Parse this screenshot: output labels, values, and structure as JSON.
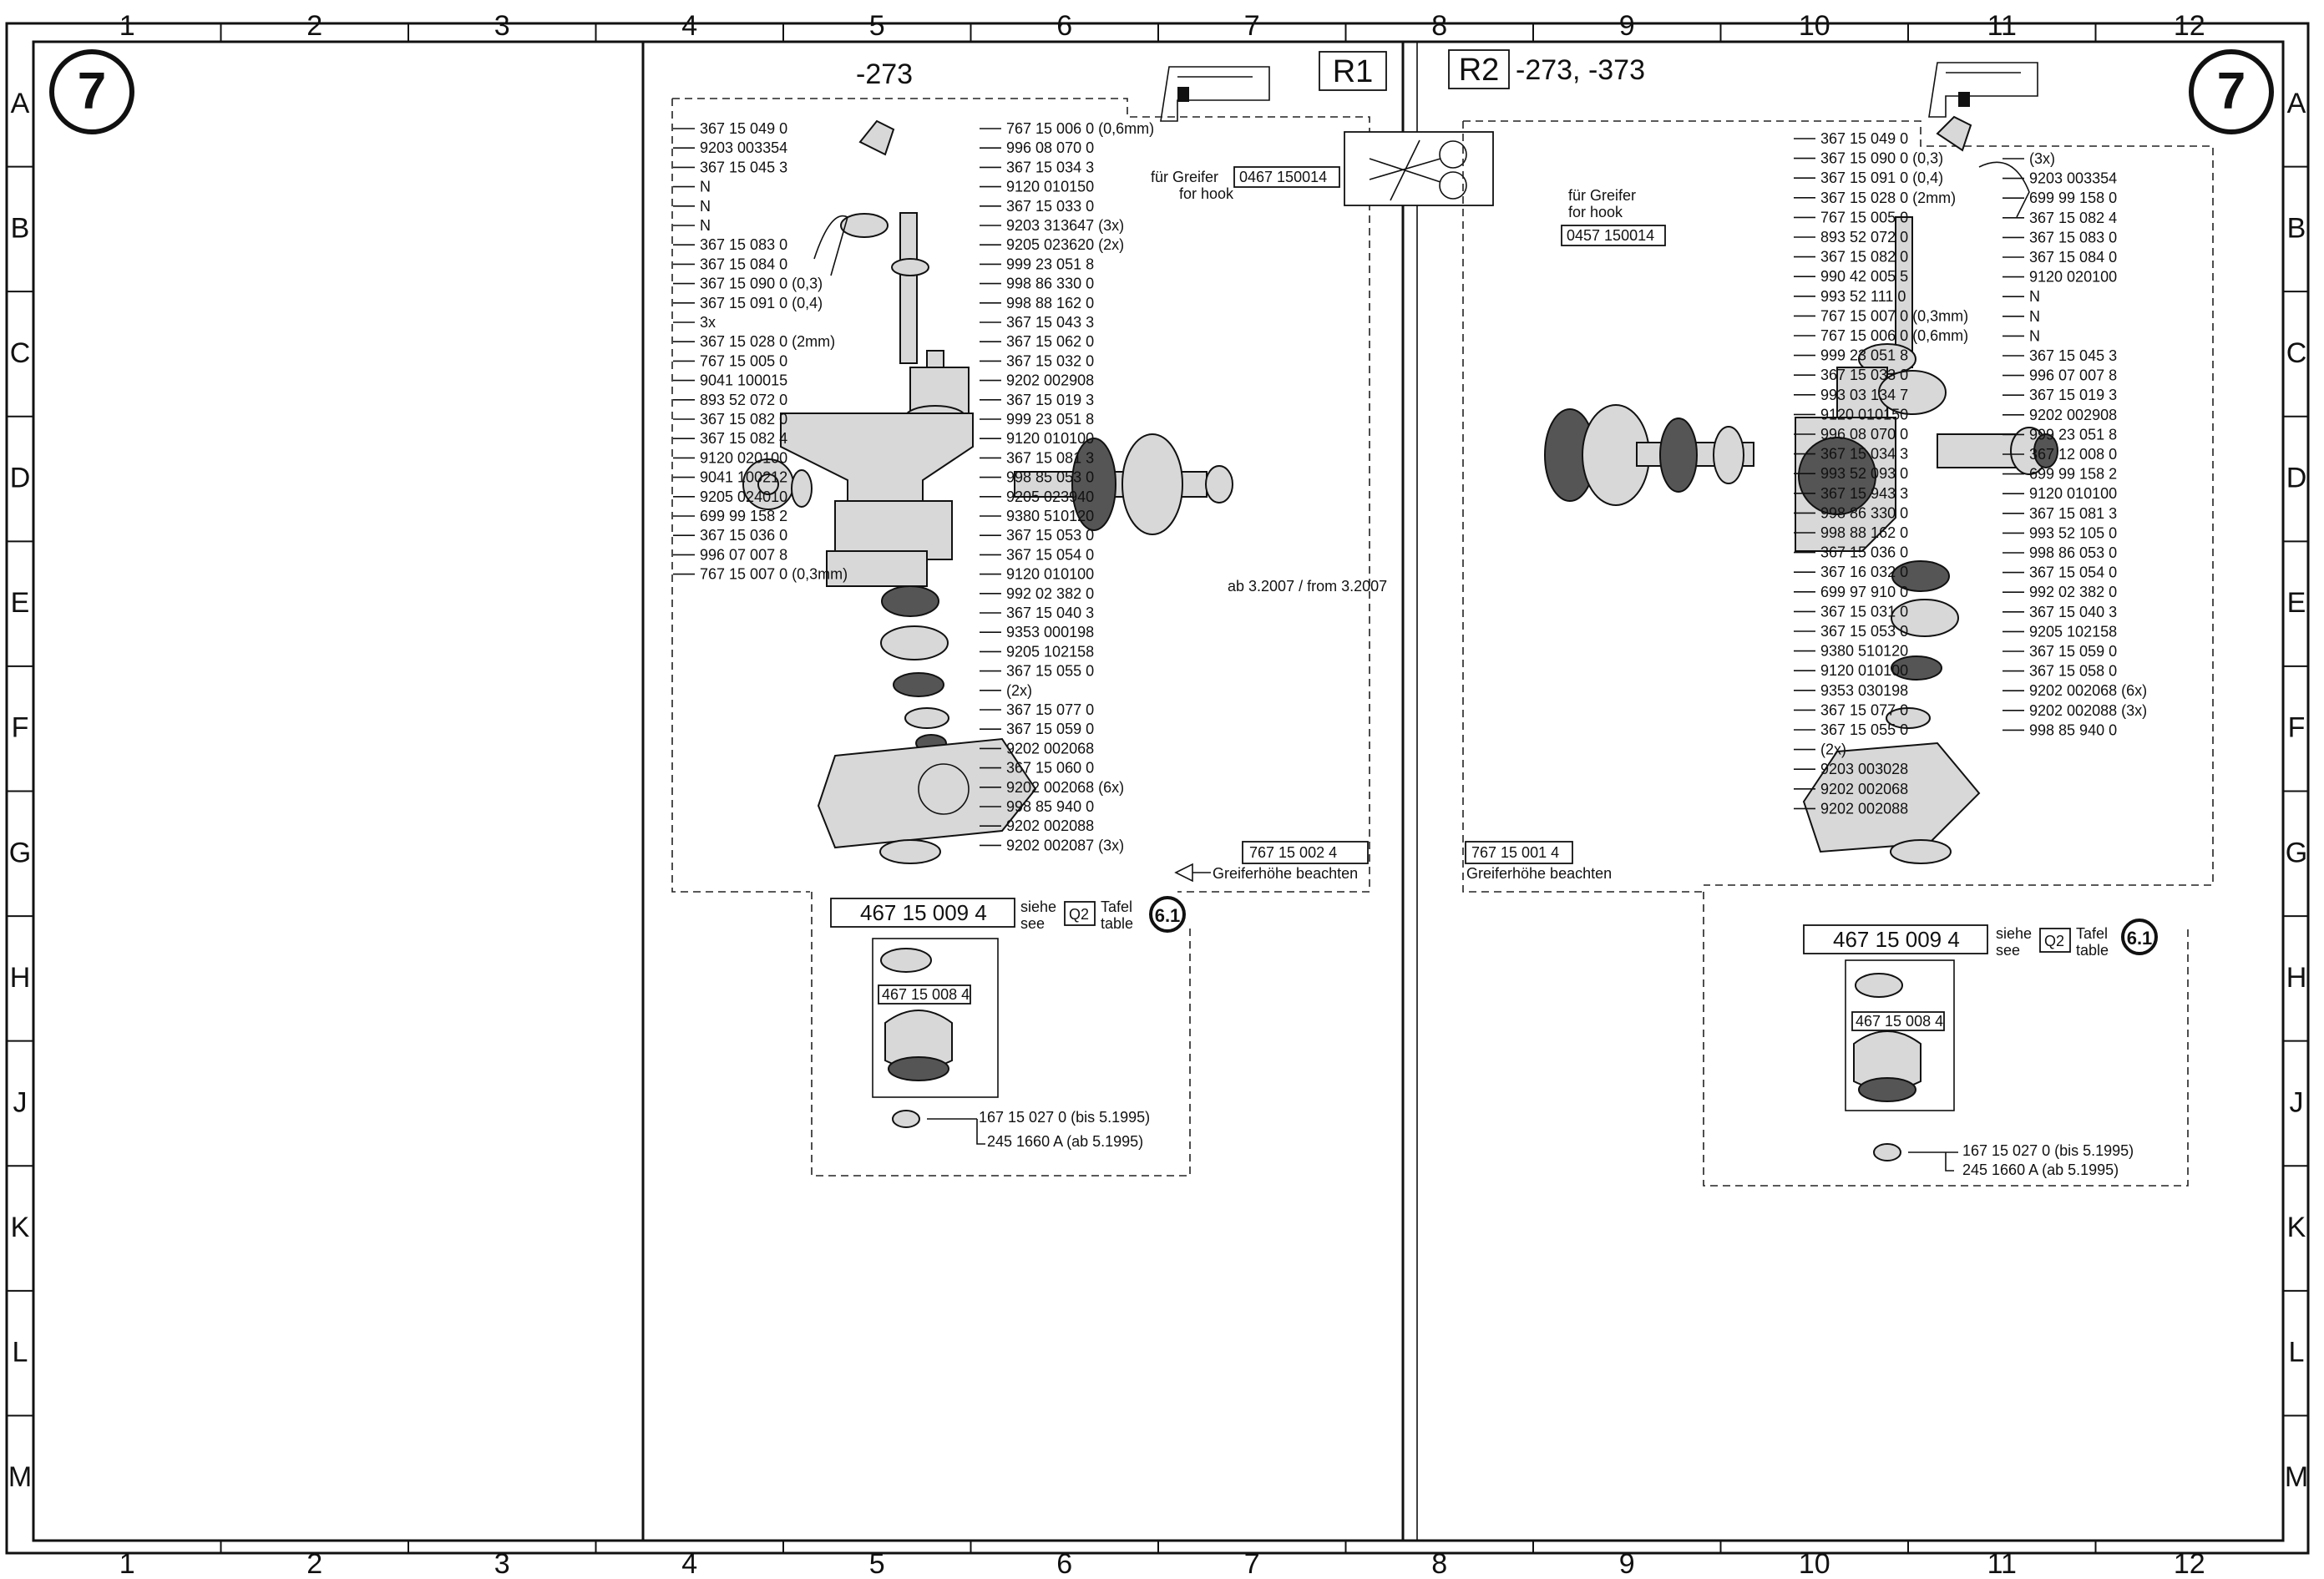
{
  "grid": {
    "columns": [
      "1",
      "2",
      "3",
      "4",
      "5",
      "6",
      "7",
      "8",
      "9",
      "10",
      "11",
      "12"
    ],
    "rows": [
      "A",
      "B",
      "C",
      "D",
      "E",
      "F",
      "G",
      "H",
      "J",
      "K",
      "L",
      "M"
    ]
  },
  "page_number": "7",
  "panel_left": {
    "model": "-273",
    "badge": "R1",
    "hook_note": "für Greifer",
    "hook_note_en": "for hook",
    "hook_part": "0467 150014",
    "bottom_part": "767 15 002 4",
    "hook_height": "Greiferhöhe beachten",
    "date_note": "ab 3.2007 / from 3.2007",
    "labels": [
      "367 15 049 0",
      "9203 003354",
      "367 15 045 3",
      "N",
      "N",
      "N",
      "367 15 083 0",
      "367 15 084 0",
      "367 15 090 0 (0,3)",
      "367 15 091 0 (0,4)",
      "3x",
      "367 15 028 0 (2mm)",
      "767 15 005 0",
      "9041 100015",
      "893 52 072 0",
      "367 15 082 0",
      "367 15 082 4",
      "9120 020100",
      "9041 100212",
      "9205 024010",
      "699 99 158 2",
      "367 15 036 0",
      "996 07 007 8",
      "767 15 007 0 (0,3mm)",
      "767 15 006 0 (0,6mm)",
      "996 08 070 0",
      "367 15 034 3",
      "9120 010150",
      "367 15 033 0",
      "9203 313647 (3x)",
      "9205 023620 (2x)",
      "999 23 051 8",
      "998 86 330 0",
      "998 88 162 0",
      "367 15 043 3",
      "367 15 062 0",
      "367 15 032 0",
      "9202 002908",
      "367 15 019 3",
      "999 23 051 8",
      "9120 010100",
      "367 15 081 3",
      "998 85 053 0",
      "9205 023940",
      "9380 510120",
      "367 15 053 0",
      "367 15 054 0",
      "9120 010100",
      "992 02 382 0",
      "367 15 040 3",
      "9353 000198",
      "9205 102158",
      "367 15 055 0",
      "(2x)",
      "367 15 077 0",
      "367 15 059 0",
      "9202 002068",
      "367 15 060 0",
      "9202 002068 (6x)",
      "998 85 940 0",
      "9202 002088",
      "9202 002087 (3x)"
    ],
    "sub_part": "467 15 009 4",
    "sub_see": "siehe",
    "sub_see_en": "see",
    "sub_ref": "Q2",
    "sub_table": "Tafel",
    "sub_table_en": "table",
    "sub_table_no": "6.1",
    "sub_inner": "467 15 008 4",
    "bobbin_a": "167 15 027 0 (bis 5.1995)",
    "bobbin_b": "245 1660 A (ab 5.1995)"
  },
  "panel_right": {
    "badge": "R2",
    "model": "-273, -373",
    "hook_note": "für Greifer",
    "hook_note_en": "for hook",
    "hook_part": "0457 150014",
    "bottom_part": "767 15 001 4",
    "hook_height": "Greiferhöhe beachten",
    "labels_left": [
      "367 15 049 0",
      "367 15 090 0 (0,3)",
      "367 15 091 0 (0,4)",
      "367 15 028 0 (2mm)",
      "767 15 005 0",
      "893 52 072 0",
      "367 15 082 0",
      "990 42 005 5",
      "993 52 111 0",
      "767 15 007 0 (0,3mm)",
      "767 15 006 0 (0,6mm)",
      "999 23 051 8",
      "367 15 033 0",
      "993 03 134 7",
      "9120 010150",
      "996 08 070 0",
      "367 15 034 3",
      "993 52 093 0",
      "367 15 943 3",
      "998 86 330 0",
      "998 88 162 0",
      "367 15 036 0",
      "367 16 032 0",
      "699 97 910 0",
      "367 15 031 0",
      "367 15 053 0",
      "9380 510120",
      "9120 010100",
      "9353 030198",
      "367 15 077 0",
      "367 15 055 0",
      "(2x)",
      "9203 003028",
      "9202 002068",
      "9202 002088"
    ],
    "labels_right": [
      "(3x)",
      "9203 003354",
      "699 99 158 0",
      "367 15 082 4",
      "367 15 083 0",
      "367 15 084 0",
      "9120 020100",
      "N",
      "N",
      "N",
      "367 15 045 3",
      "996 07 007 8",
      "367 15 019 3",
      "9202 002908",
      "999 23 051 8",
      "367 12 008 0",
      "699 99 158 2",
      "9120 010100",
      "367 15 081 3",
      "993 52 105 0",
      "998 86 053 0",
      "367 15 054 0",
      "992 02 382 0",
      "367 15 040 3",
      "9205 102158",
      "367 15 059 0",
      "367 15 058 0",
      "9202 002068 (6x)",
      "9202 002088 (3x)",
      "998 85 940 0"
    ],
    "sub_part": "467 15 009 4",
    "sub_see": "siehe",
    "sub_see_en": "see",
    "sub_ref": "Q2",
    "sub_table": "Tafel",
    "sub_table_en": "table",
    "sub_table_no": "6.1",
    "sub_inner": "467 15 008 4",
    "bobbin_a": "167 15 027 0 (bis 5.1995)",
    "bobbin_b": "245 1660 A (ab 5.1995)"
  }
}
